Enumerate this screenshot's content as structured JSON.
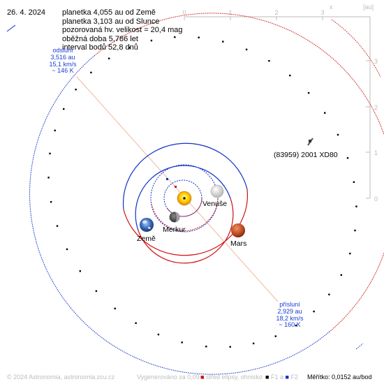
{
  "header": {
    "date": "26. 4. 2024",
    "lines": [
      "planetka 4,055 au od Země",
      "planetka 3,103 au od Slunce",
      "pozorovaná hv. velikost = 20,4 mag",
      "oběžná doba 5,786 let",
      "interval bodů 52,8 dnů"
    ]
  },
  "axes": {
    "x_ticks": [
      "0",
      "1",
      "2",
      "3"
    ],
    "x_label": "x",
    "unit_label": "[au]",
    "y_ticks": [
      "3",
      "2",
      "1",
      "0"
    ]
  },
  "bodies": {
    "venus": "Venuše",
    "mercury": "Merkur",
    "earth": "Země",
    "mars": "Mars"
  },
  "asteroid_label": "(83959) 2001 XD80",
  "aphelion": {
    "title": "odsluní",
    "distance": "3,516 au",
    "speed": "15,1 km/s",
    "temp": "~ 146 K"
  },
  "perihelion": {
    "title": "přísluní",
    "distance": "2,929 au",
    "speed": "18,2 km/s",
    "temp": "~ 160 K"
  },
  "footer": {
    "copyright": "© 2024 Astronomia, astronomia.zcu.cz",
    "generated": "Vygenerováno za 0,09 s",
    "legend_center": "střed elipsy, ohnisko",
    "legend_f1": "F1 a",
    "legend_f2": "F2",
    "scale": "Měřítko: 0,0152 au/bod"
  },
  "colors": {
    "orbit_red": "#d01010",
    "orbit_blue": "#1030c8",
    "apsis_line": "#f0b8a0",
    "note_blue": "#1a3bd6",
    "axis_gray": "#bbbbbb"
  }
}
